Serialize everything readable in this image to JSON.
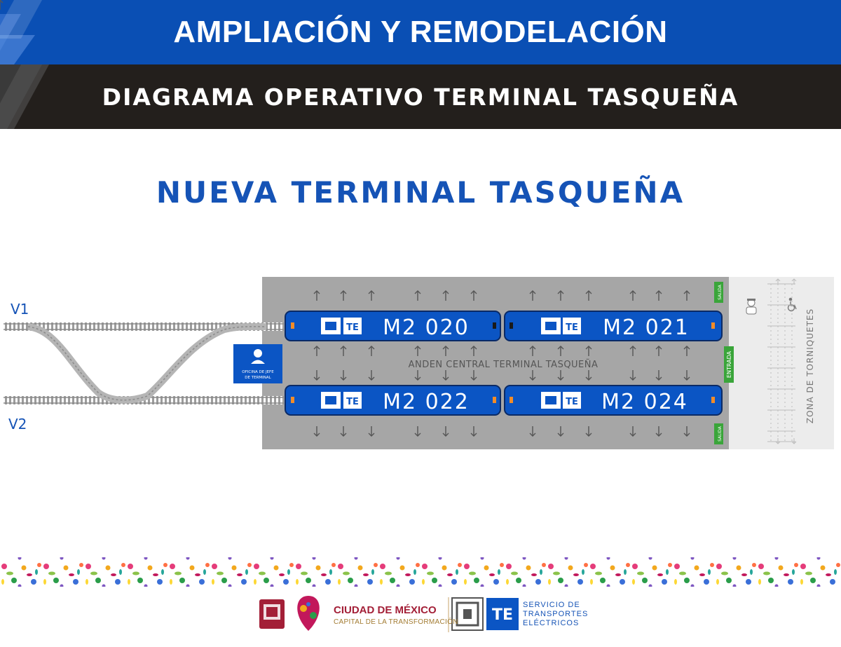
{
  "header": {
    "title": "AMPLIACIÓN Y REMODELACIÓN",
    "subtitle": "DIAGRAMA OPERATIVO TERMINAL TASQUEÑA"
  },
  "diagram": {
    "title": "NUEVA TERMINAL TASQUEÑA",
    "tracks": [
      "V1",
      "V2"
    ],
    "platform_label": "ANDEN CENTRAL TERMINAL TASQUEÑA",
    "office_label_1": "OFICINA DE JEFE",
    "office_label_2": "DE TERMINAL",
    "trains": [
      {
        "id": "M2 020"
      },
      {
        "id": "M2 021"
      },
      {
        "id": "M2 022"
      },
      {
        "id": "M2 024"
      }
    ],
    "exit_top": "SALIDA",
    "entrance": "ENTRADA",
    "exit_bottom": "SALIDA",
    "turnstile_zone": "ZONA DE TORNIQUETES",
    "logo_mark": "TE"
  },
  "footer": {
    "city_name": "CIUDAD DE MÉXICO",
    "city_tagline": "CAPITAL DE LA TRANSFORMACIÓN",
    "ste_line1": "SERVICIO DE",
    "ste_line2": "TRANSPORTES",
    "ste_line3": "ELÉCTRICOS"
  },
  "colors": {
    "brand_blue": "#0a4fb4",
    "dark_band": "#231f1c",
    "platform_gray": "#a3a3a3",
    "train_blue": "#0b55c4",
    "sign_green": "#3aa53a",
    "cdmx_red": "#a31f37"
  }
}
